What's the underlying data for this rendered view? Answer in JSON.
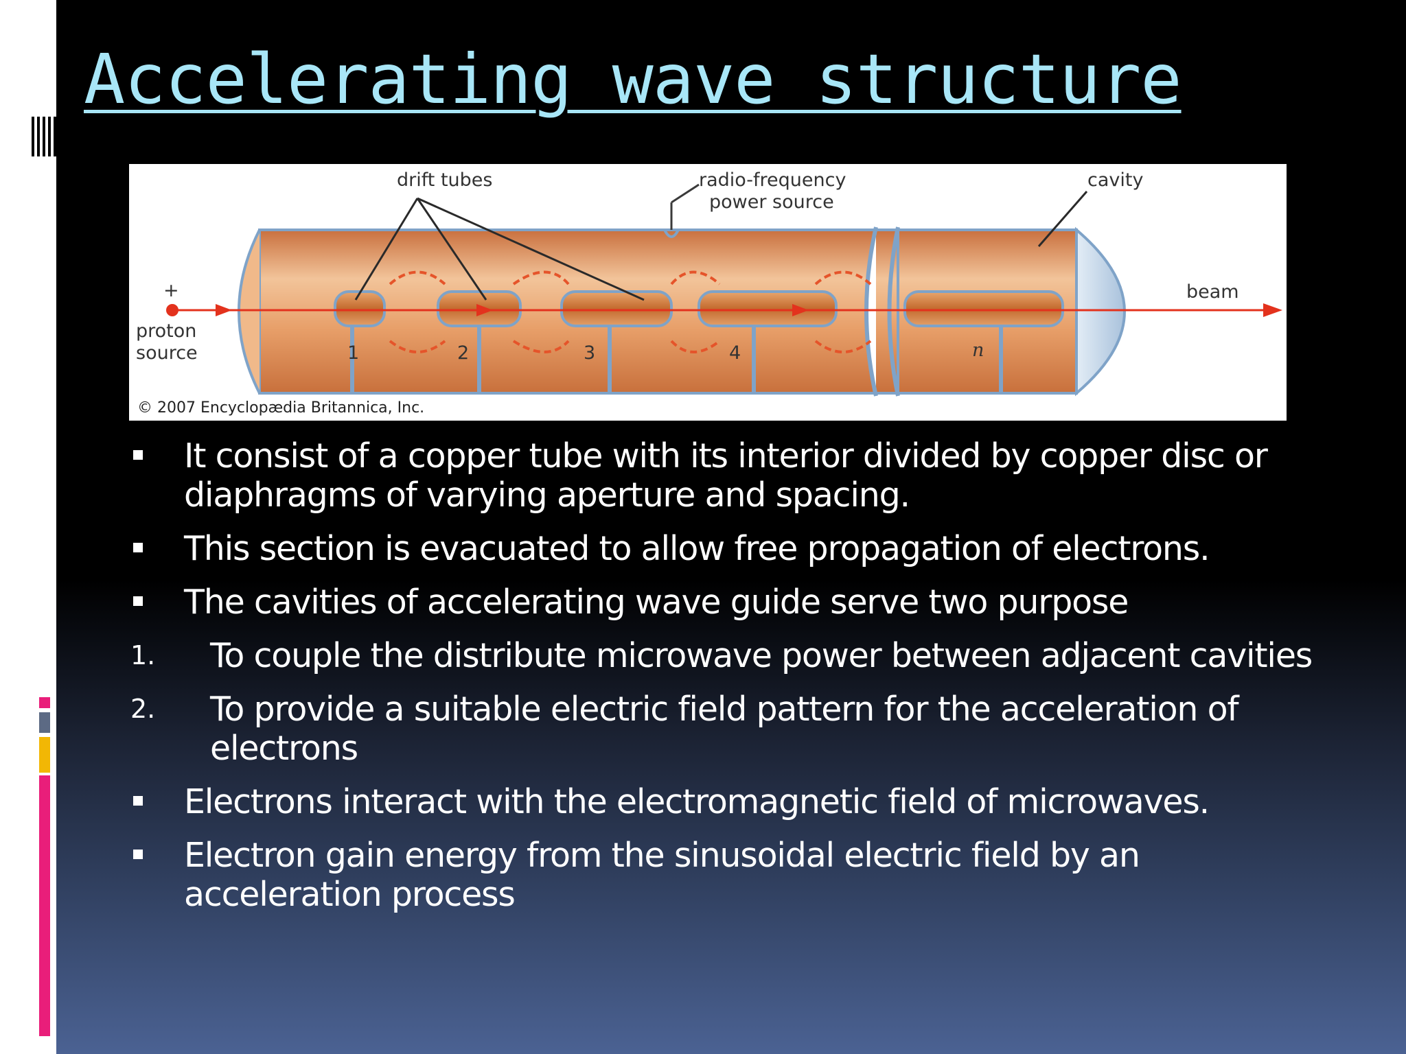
{
  "slide": {
    "title": "Accelerating wave structure",
    "colors": {
      "title": "#a8e6f7",
      "text": "#ffffff",
      "accent_pink": "#e91e7a",
      "accent_gold": "#f2b705"
    }
  },
  "diagram": {
    "labels": {
      "drift_tubes": "drift tubes",
      "rf_line1": "radio-frequency",
      "rf_line2": "power source",
      "cavity": "cavity",
      "plus": "+",
      "proton": "proton",
      "source": "source",
      "beam": "beam",
      "tube_1": "1",
      "tube_2": "2",
      "tube_3": "3",
      "tube_4": "4",
      "tube_n": "n",
      "copyright": "© 2007 Encyclopædia Britannica, Inc."
    }
  },
  "content": {
    "items": [
      {
        "kind": "bullet",
        "text": "It consist of a copper tube with its interior divided by copper disc or diaphragms of varying aperture and spacing."
      },
      {
        "kind": "bullet",
        "text": "This section is evacuated to allow free propagation of electrons."
      },
      {
        "kind": "bullet",
        "text": "The cavities of accelerating wave guide serve two purpose"
      },
      {
        "kind": "number",
        "marker": "1.",
        "text": "To couple the distribute microwave power between adjacent cavities"
      },
      {
        "kind": "number",
        "marker": "2.",
        "text": "To provide a suitable electric field pattern for the acceleration of electrons"
      },
      {
        "kind": "bullet",
        "text": "Electrons interact with the electromagnetic field of microwaves."
      },
      {
        "kind": "bullet",
        "text": "Electron gain energy from the sinusoidal electric field by  an acceleration process"
      }
    ]
  }
}
